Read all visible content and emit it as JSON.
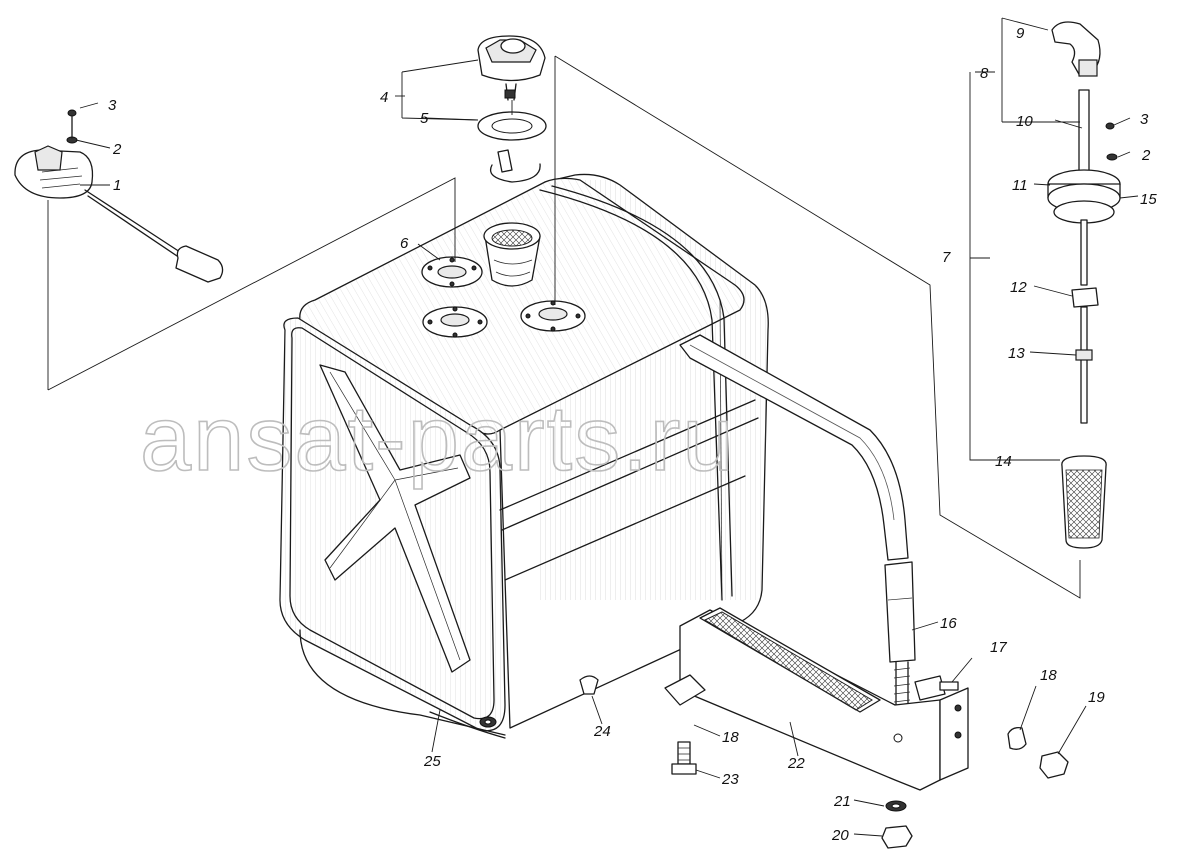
{
  "watermark": "ansat-parts.ru",
  "callouts": [
    {
      "id": "c1",
      "text": "1"
    },
    {
      "id": "c2a",
      "text": "2"
    },
    {
      "id": "c3a",
      "text": "3"
    },
    {
      "id": "c4",
      "text": "4"
    },
    {
      "id": "c5",
      "text": "5"
    },
    {
      "id": "c6",
      "text": "6"
    },
    {
      "id": "c7",
      "text": "7"
    },
    {
      "id": "c8",
      "text": "8"
    },
    {
      "id": "c9",
      "text": "9"
    },
    {
      "id": "c10",
      "text": "10"
    },
    {
      "id": "c3b",
      "text": "3"
    },
    {
      "id": "c2b",
      "text": "2"
    },
    {
      "id": "c11",
      "text": "11"
    },
    {
      "id": "c15",
      "text": "15"
    },
    {
      "id": "c12",
      "text": "12"
    },
    {
      "id": "c13",
      "text": "13"
    },
    {
      "id": "c14",
      "text": "14"
    },
    {
      "id": "c16",
      "text": "16"
    },
    {
      "id": "c17",
      "text": "17"
    },
    {
      "id": "c18a",
      "text": "18"
    },
    {
      "id": "c19",
      "text": "19"
    },
    {
      "id": "c18b",
      "text": "18"
    },
    {
      "id": "c22",
      "text": "22"
    },
    {
      "id": "c23",
      "text": "23"
    },
    {
      "id": "c24",
      "text": "24"
    },
    {
      "id": "c25",
      "text": "25"
    },
    {
      "id": "c21",
      "text": "21"
    },
    {
      "id": "c20",
      "text": "20"
    }
  ]
}
